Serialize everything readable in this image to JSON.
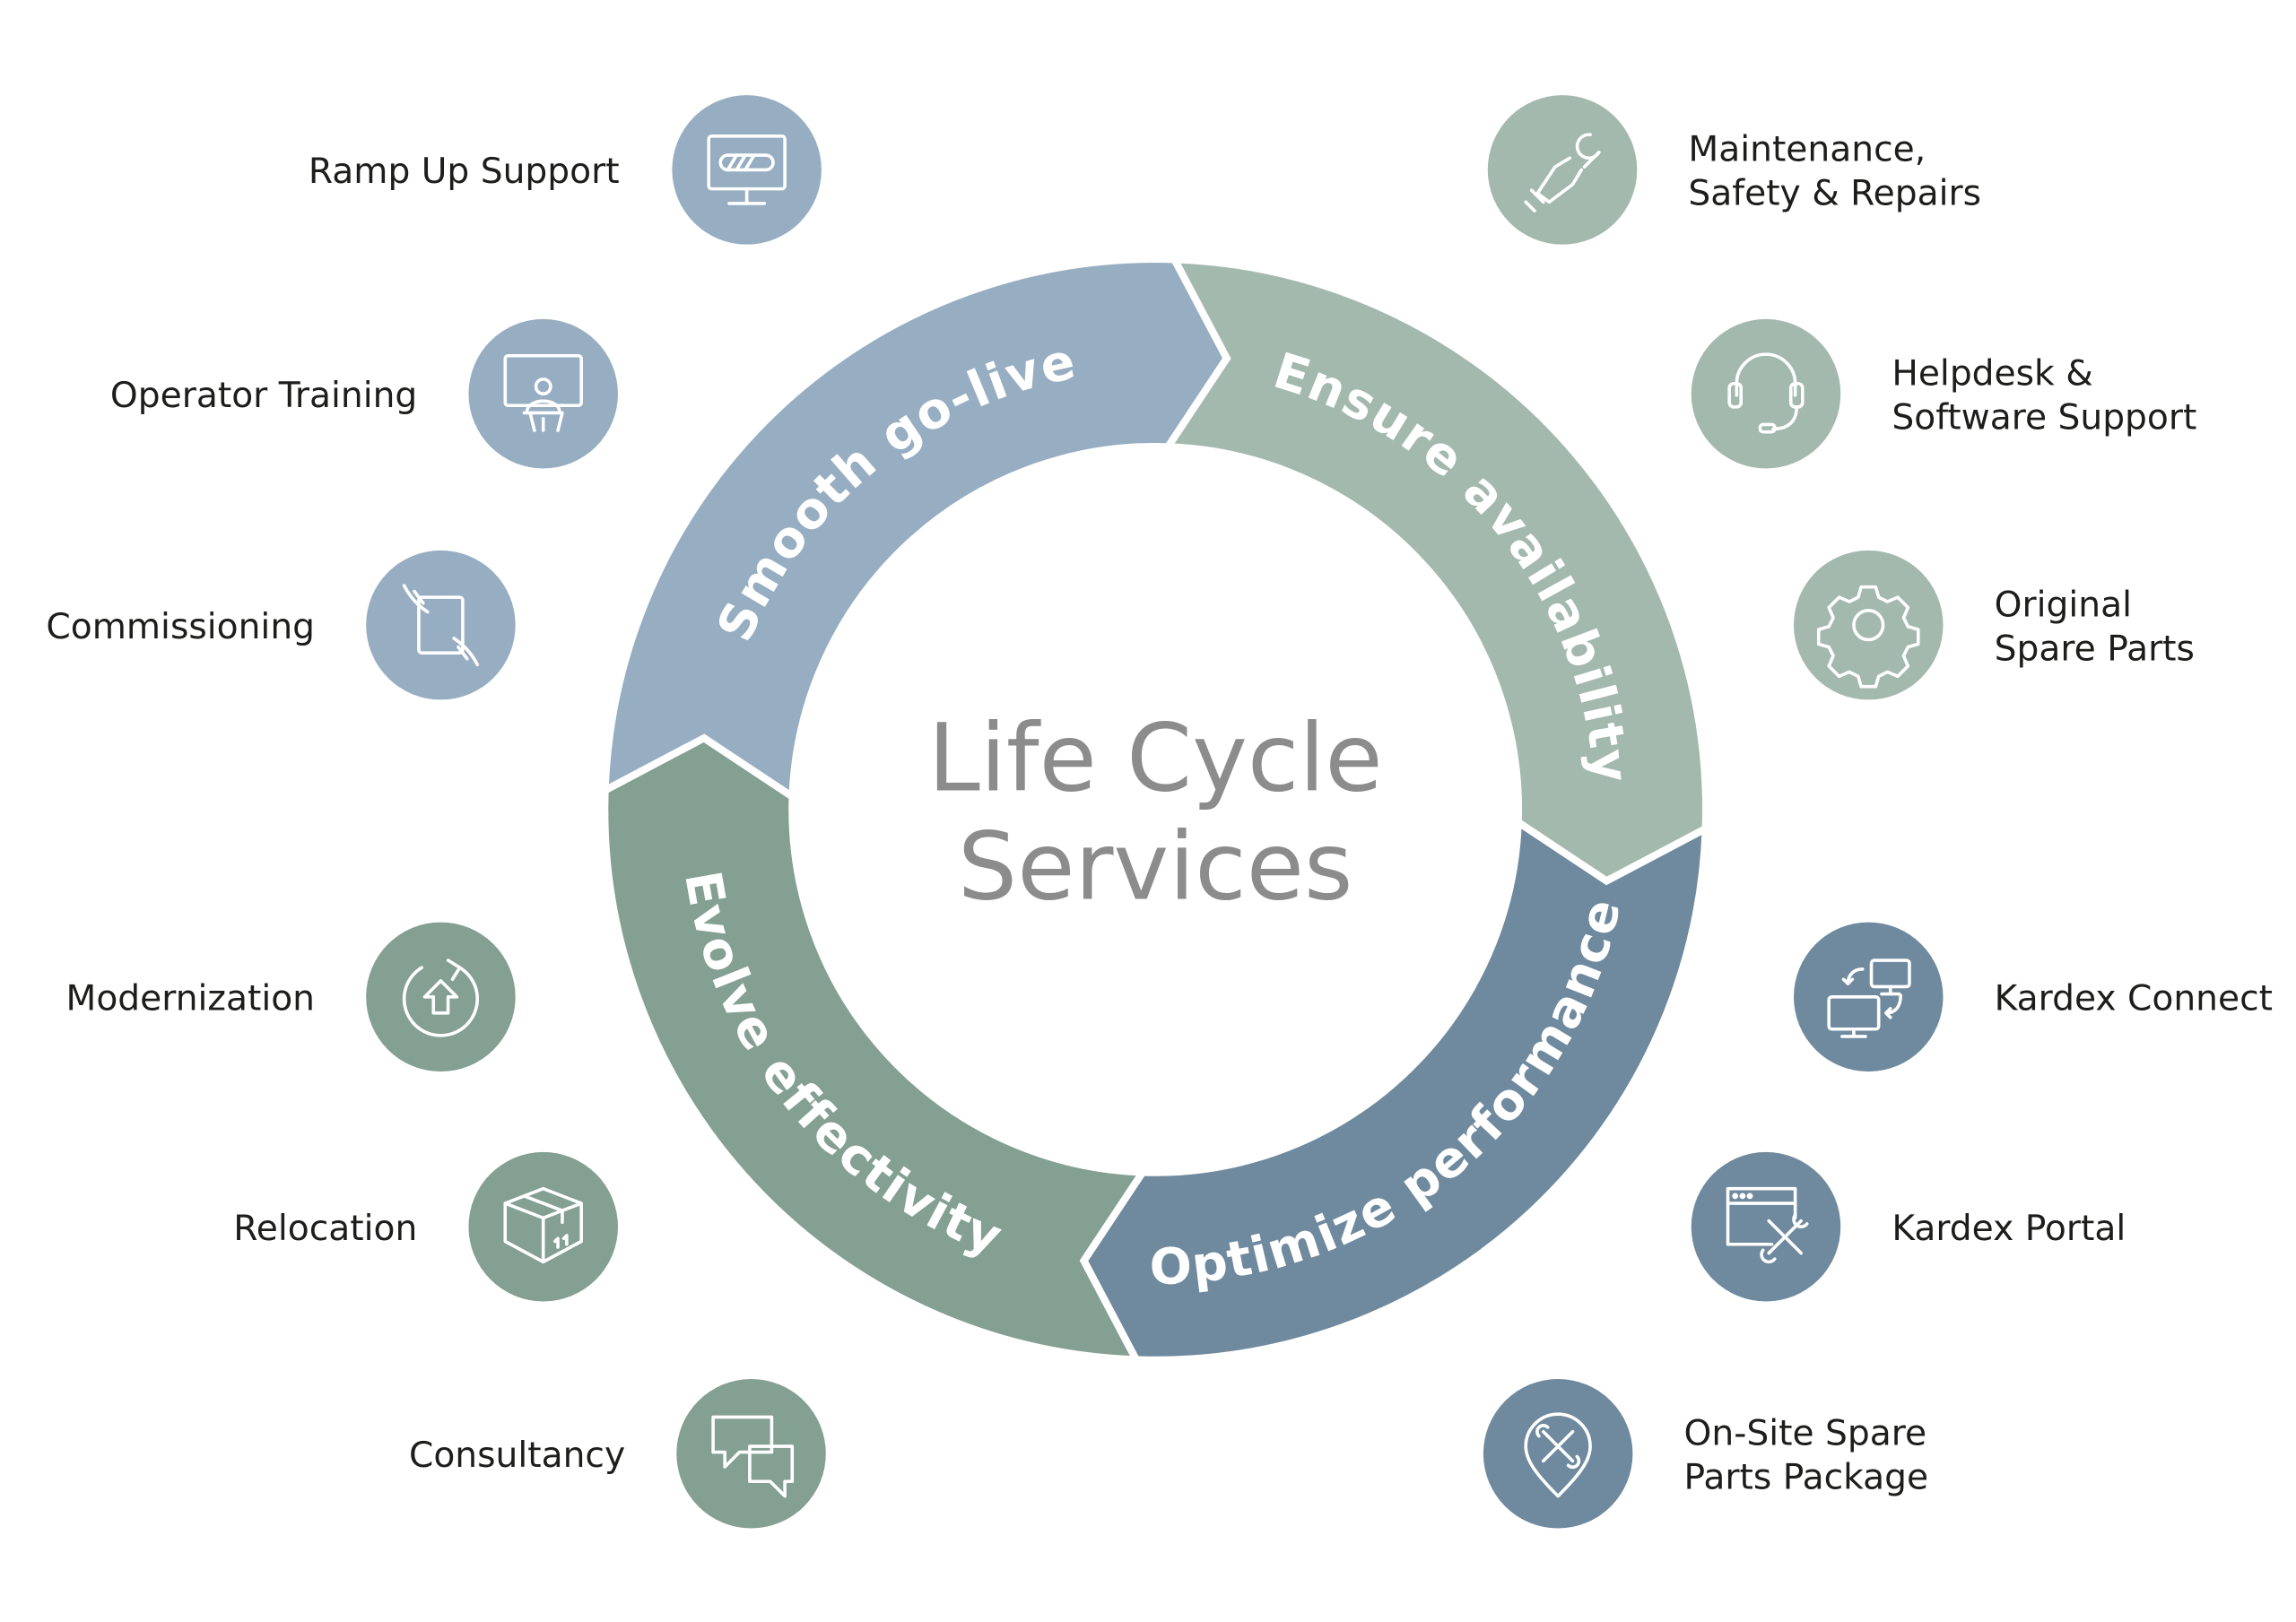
{
  "center": {
    "line1": "Life Cycle",
    "line2": "Services"
  },
  "segments": [
    {
      "label": "Smooth go-live",
      "color": "#97AEC2"
    },
    {
      "label": "Ensure availability",
      "color": "#A3B9AE"
    },
    {
      "label": "Optimize performance",
      "color": "#6F8A9E"
    },
    {
      "label": "Evolve effectivity",
      "color": "#84A092"
    }
  ],
  "services": {
    "ramp_up": {
      "line1": "Ramp Up Support",
      "icon": "monitor-progress-icon"
    },
    "operator_training": {
      "line1": "Operator Training",
      "icon": "presentation-trainer-icon"
    },
    "commissioning": {
      "line1": "Commissioning",
      "icon": "hands-tablet-icon"
    },
    "modernization": {
      "line1": "Modernization",
      "icon": "circular-upgrade-arrow-icon"
    },
    "relocation": {
      "line1": "Relocation",
      "icon": "box-icon"
    },
    "consultancy": {
      "line1": "Consultancy",
      "icon": "chat-bubbles-icon"
    },
    "maintenance": {
      "line1": "Maintenance,",
      "line2": "Safety & Repairs",
      "icon": "hand-wrench-icon"
    },
    "helpdesk": {
      "line1": "Helpdesk &",
      "line2": "Software Support",
      "icon": "headset-icon"
    },
    "spare_parts": {
      "line1": "Original",
      "line2": "Spare Parts",
      "icon": "gear-icon"
    },
    "kardex_connect": {
      "line1": "Kardex Connect",
      "icon": "connected-monitors-icon"
    },
    "kardex_portal": {
      "line1": "Kardex Portal",
      "icon": "browser-tools-icon"
    },
    "onsite_package": {
      "line1": "On-Site Spare",
      "line2": "Parts Package",
      "icon": "location-tools-icon"
    }
  }
}
